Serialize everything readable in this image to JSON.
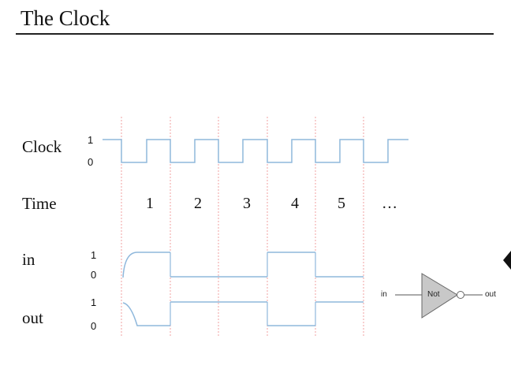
{
  "header": {
    "title": "The Clock"
  },
  "timing": {
    "labels": {
      "clock": "Clock",
      "time": "Time",
      "in": "in",
      "out": "out"
    },
    "levels": {
      "clock_high": "1",
      "clock_low": "0",
      "in_high": "1",
      "in_low": "0",
      "out_high": "1",
      "out_low": "0"
    },
    "ticks": [
      "1",
      "2",
      "3",
      "4",
      "5",
      "…"
    ],
    "in_levels": [
      1,
      0,
      0,
      1,
      0
    ],
    "out_levels": [
      0,
      1,
      1,
      0,
      1
    ]
  },
  "gate": {
    "input_label": "in",
    "name": "Not",
    "output_label": "out"
  },
  "colors": {
    "signal": "#8fb8dc",
    "cycle_line": "#f2a0a0",
    "gate_fill": "#c8c8c8",
    "gate_stroke": "#666666"
  }
}
